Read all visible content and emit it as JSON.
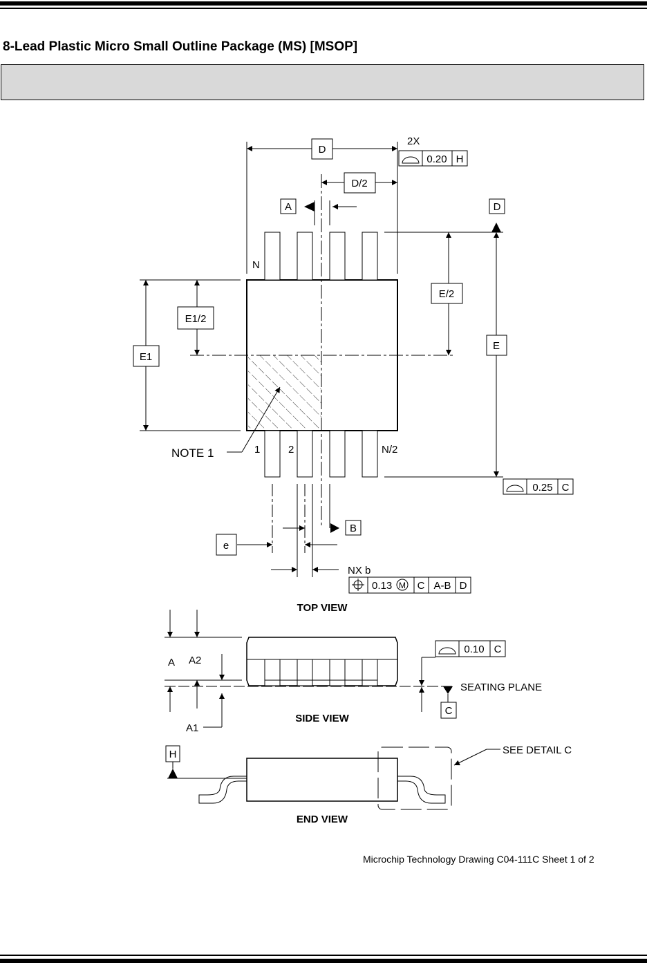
{
  "title": "8-Lead Plastic Micro Small Outline Package (MS)  [MSOP]",
  "note_bar_text": "",
  "footer": "Microchip Technology Drawing  C04-111C Sheet 1 of 2",
  "views": {
    "top": "TOP VIEW",
    "side": "SIDE VIEW",
    "end": "END VIEW"
  },
  "dimensions": {
    "D": "D",
    "D_half": "D/2",
    "E": "E",
    "E_half": "E/2",
    "E1": "E1",
    "E1_half": "E1/2",
    "e": "e",
    "A": "A",
    "A1": "A1",
    "A2": "A2",
    "nx_b": "NX b",
    "two_x": "2X"
  },
  "pins": {
    "N": "N",
    "one": "1",
    "two": "2",
    "N_half": "N/2"
  },
  "datums": {
    "A": "A",
    "B": "B",
    "C": "C",
    "D": "D",
    "H": "H"
  },
  "notes": {
    "note1": "NOTE  1",
    "seating_plane": "SEATING PLANE",
    "see_detail": "SEE DETAIL C"
  },
  "tolerances": {
    "top_profile": {
      "value": "0.20",
      "datum": "H"
    },
    "bottom_profile": {
      "value": "0.25",
      "datum": "C"
    },
    "position": {
      "value": "0.13",
      "modifier": "M",
      "datums": [
        "C",
        "A-B",
        "D"
      ]
    },
    "flatness": {
      "value": "0.10",
      "datum": "C"
    }
  }
}
